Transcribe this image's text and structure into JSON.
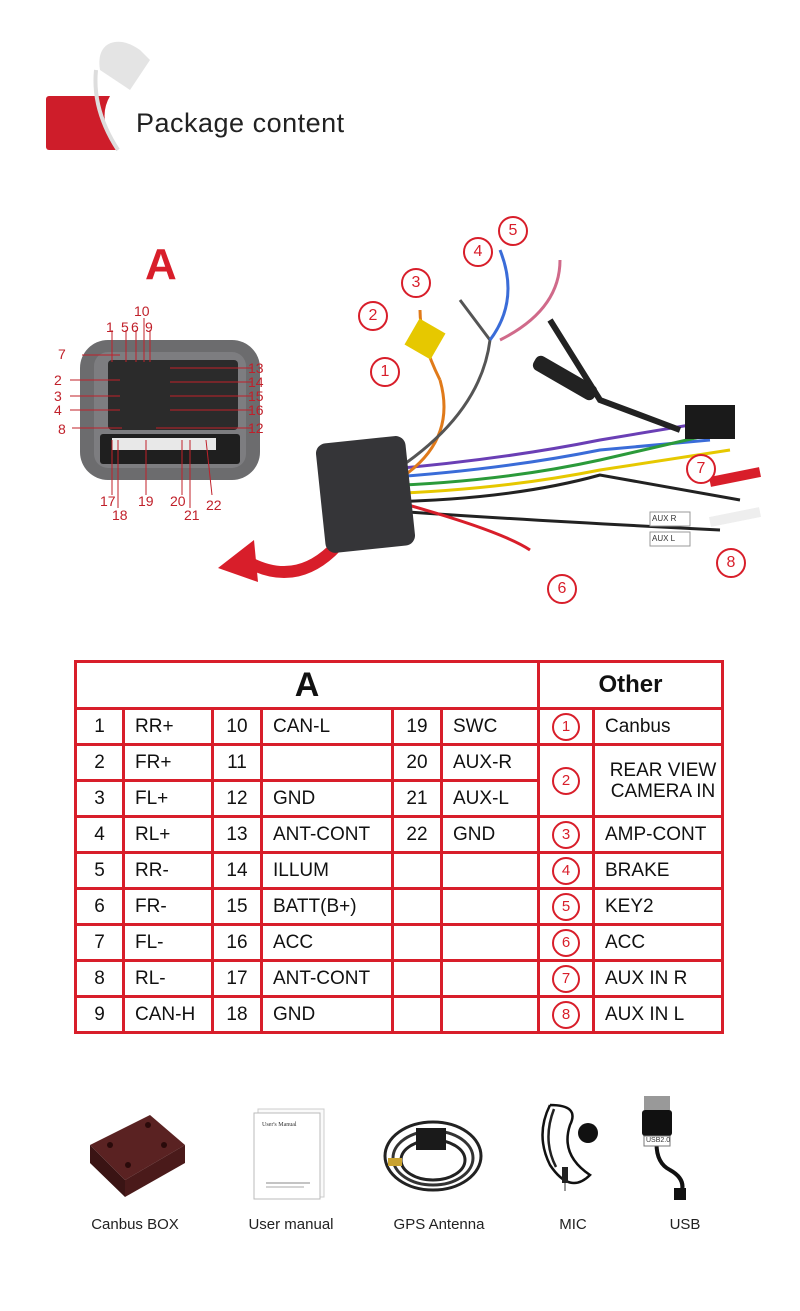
{
  "header": {
    "title": "Package content"
  },
  "diagram": {
    "letter": "A",
    "connector_pins": {
      "top": [
        "10",
        "1",
        "5",
        "6",
        "9"
      ],
      "left": [
        "7",
        "2",
        "3",
        "4",
        "8"
      ],
      "right": [
        "13",
        "14",
        "15",
        "16",
        "12"
      ],
      "bottom": [
        "17",
        "18",
        "19",
        "20",
        "21",
        "22"
      ]
    },
    "harness_markers": [
      "1",
      "2",
      "3",
      "4",
      "5",
      "6",
      "7",
      "8"
    ],
    "wire_tags": [
      "AUX R",
      "AUX L"
    ]
  },
  "table": {
    "header_a": "A",
    "header_other": "Other",
    "rows": [
      {
        "n1": "1",
        "l1": "RR+",
        "n2": "10",
        "l2": "CAN-L",
        "n3": "19",
        "l3": "SWC"
      },
      {
        "n1": "2",
        "l1": "FR+",
        "n2": "11",
        "l2": "",
        "n3": "20",
        "l3": "AUX-R"
      },
      {
        "n1": "3",
        "l1": "FL+",
        "n2": "12",
        "l2": "GND",
        "n3": "21",
        "l3": "AUX-L"
      },
      {
        "n1": "4",
        "l1": "RL+",
        "n2": "13",
        "l2": "ANT-CONT",
        "n3": "22",
        "l3": "GND"
      },
      {
        "n1": "5",
        "l1": "RR-",
        "n2": "14",
        "l2": "ILLUM",
        "n3": "",
        "l3": ""
      },
      {
        "n1": "6",
        "l1": "FR-",
        "n2": "15",
        "l2": "BATT(B+)",
        "n3": "",
        "l3": ""
      },
      {
        "n1": "7",
        "l1": "FL-",
        "n2": "16",
        "l2": "ACC",
        "n3": "",
        "l3": ""
      },
      {
        "n1": "8",
        "l1": "RL-",
        "n2": "17",
        "l2": "ANT-CONT",
        "n3": "",
        "l3": ""
      },
      {
        "n1": "9",
        "l1": "CAN-H",
        "n2": "18",
        "l2": "GND",
        "n3": "",
        "l3": ""
      }
    ],
    "other": [
      {
        "n": "1",
        "label": "Canbus"
      },
      {
        "n": "2",
        "label": "REAR VIEW CAMERA IN"
      },
      {
        "n": "3",
        "label": "AMP-CONT"
      },
      {
        "n": "4",
        "label": "BRAKE"
      },
      {
        "n": "5",
        "label": "KEY2"
      },
      {
        "n": "6",
        "label": "ACC"
      },
      {
        "n": "7",
        "label": "AUX IN R"
      },
      {
        "n": "8",
        "label": "AUX IN L"
      }
    ]
  },
  "accessories": [
    {
      "label": "Canbus BOX"
    },
    {
      "label": "User manual",
      "tag": "User's Manual"
    },
    {
      "label": "GPS Antenna"
    },
    {
      "label": "MIC"
    },
    {
      "label": "USB",
      "tag": "USB2.0"
    }
  ],
  "colors": {
    "accent": "#d81e2a"
  }
}
